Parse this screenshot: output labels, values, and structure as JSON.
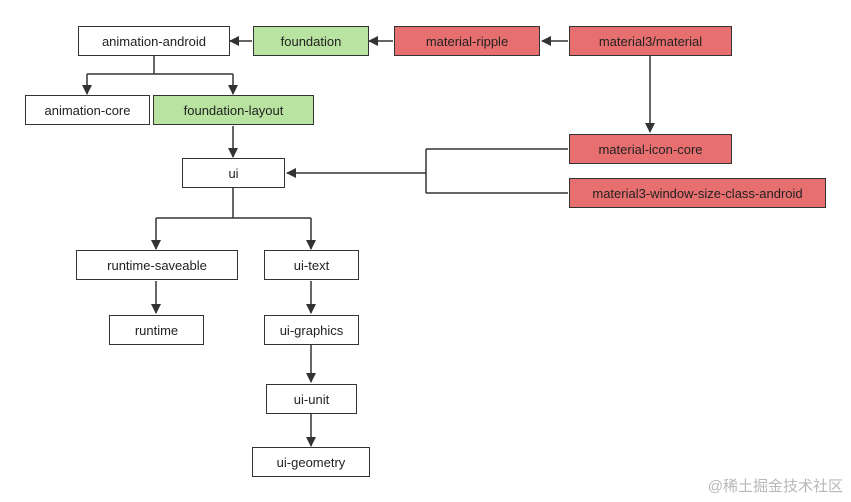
{
  "colors": {
    "default_fill": "#ffffff",
    "foundation_fill": "#b9e3a0",
    "material_fill": "#e86f6f",
    "stroke": "#333333"
  },
  "nodes": {
    "animation_android": "animation-android",
    "foundation": "foundation",
    "material_ripple": "material-ripple",
    "material3_material": "material3/material",
    "animation_core": "animation-core",
    "foundation_layout": "foundation-layout",
    "material_icon_core": "material-icon-core",
    "ui": "ui",
    "material3_window_size_class_android": "material3-window-size-class-android",
    "runtime_saveable": "runtime-saveable",
    "ui_text": "ui-text",
    "runtime": "runtime",
    "ui_graphics": "ui-graphics",
    "ui_unit": "ui-unit",
    "ui_geometry": "ui-geometry"
  },
  "watermark": "@稀土掘金技术社区"
}
